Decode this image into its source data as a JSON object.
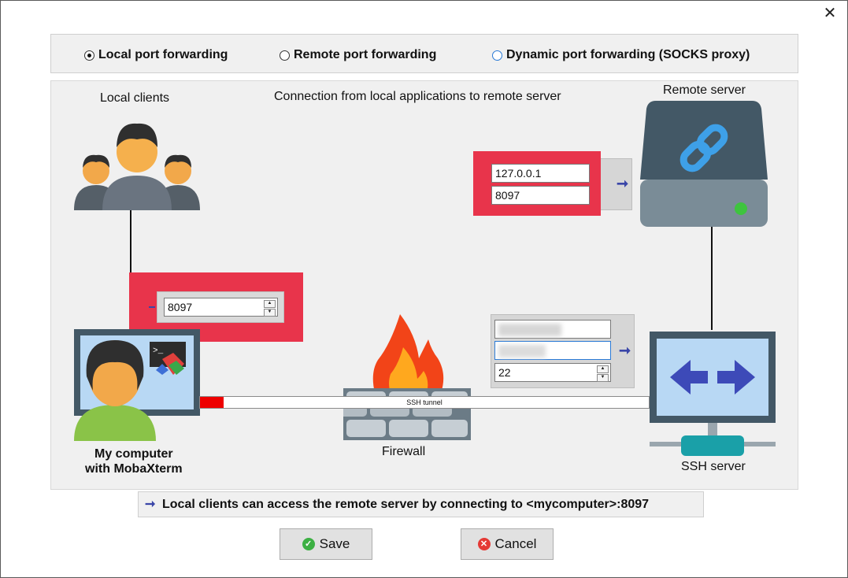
{
  "window": {
    "close_label": "✕"
  },
  "modes": [
    {
      "label": "Local port forwarding",
      "checked": true
    },
    {
      "label": "Remote port forwarding",
      "checked": false
    },
    {
      "label": "Dynamic port forwarding (SOCKS proxy)",
      "checked": false
    }
  ],
  "diagram": {
    "local_clients_label": "Local clients",
    "description": "Connection from local applications to remote server",
    "remote_server_label": "Remote server",
    "my_computer_label_line1": "My computer",
    "my_computer_label_line2": "with MobaXterm",
    "firewall_label": "Firewall",
    "ssh_server_label": "SSH server",
    "ssh_tunnel_label": "SSH tunnel"
  },
  "remote_target": {
    "host": "127.0.0.1",
    "port": "8097"
  },
  "local_forward": {
    "port": "8097"
  },
  "ssh_settings": {
    "host": "",
    "user": "",
    "port": "22"
  },
  "info_text": "Local clients can access the remote server by connecting to <mycomputer>:8097",
  "buttons": {
    "save": "Save",
    "cancel": "Cancel"
  },
  "colors": {
    "highlight": "#e8344b",
    "arrow": "#3a46a8",
    "tunnel_red": "#ee0000"
  }
}
